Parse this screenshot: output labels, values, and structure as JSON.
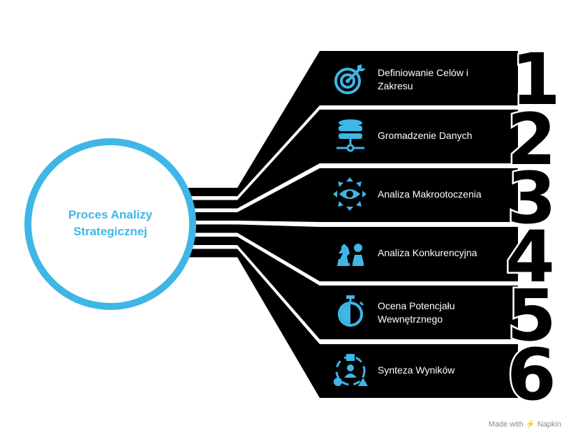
{
  "center": {
    "title_line1": "Proces Analizy",
    "title_line2": "Strategicznej"
  },
  "steps": [
    {
      "number": "1",
      "label": "Definiowanie Celów i Zakresu",
      "icon": "target-icon"
    },
    {
      "number": "2",
      "label": "Gromadzenie Danych",
      "icon": "database-icon"
    },
    {
      "number": "3",
      "label": "Analiza Makrootoczenia",
      "icon": "eye-scan-icon"
    },
    {
      "number": "4",
      "label": "Analiza Konkurencyjna",
      "icon": "chess-pieces-icon"
    },
    {
      "number": "5",
      "label": "Ocena Potencjału Wewnętrznego",
      "icon": "stopwatch-icon"
    },
    {
      "number": "6",
      "label": "Synteza Wyników",
      "icon": "shapes-user-icon"
    }
  ],
  "watermark": {
    "prefix": "Made with",
    "brand": "Napkin"
  },
  "colors": {
    "accent": "#3fb6e6",
    "panel": "#000000",
    "background": "#ffffff"
  }
}
